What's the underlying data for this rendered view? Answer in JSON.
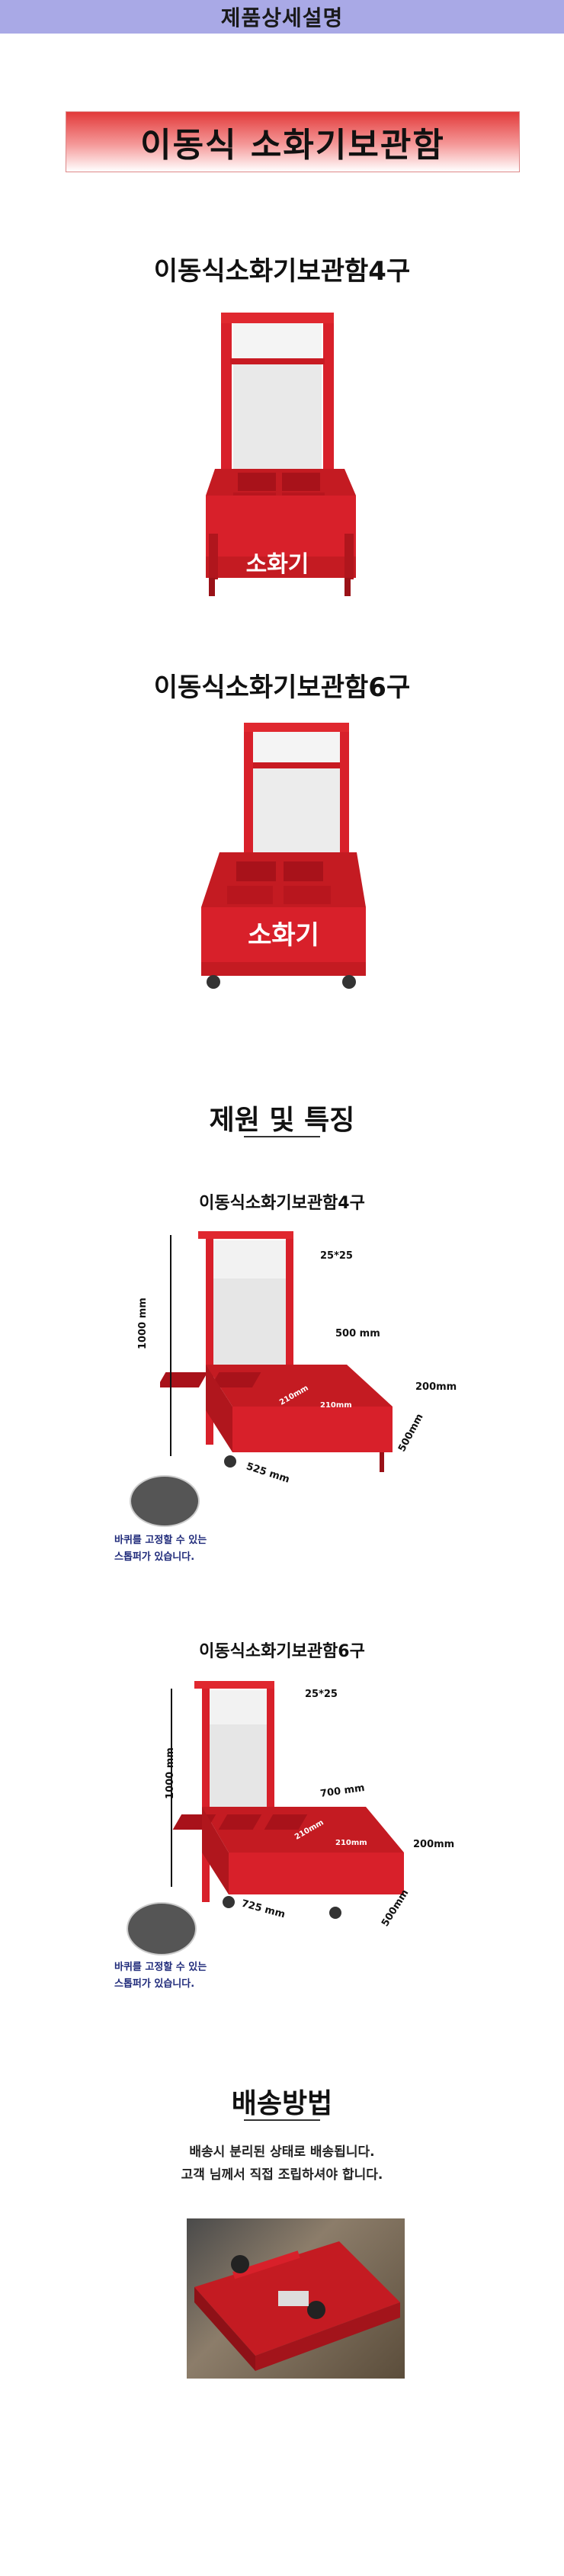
{
  "banner": {
    "title": "제품상세설명"
  },
  "product": {
    "title": "이동식 소화기보관함"
  },
  "variants": [
    {
      "title": "이동식소화기보관함4구",
      "label": "소화기"
    },
    {
      "title": "이동식소화기보관함6구",
      "label": "소화기"
    }
  ],
  "specs": {
    "heading": "제원 및 특징",
    "items": [
      {
        "title": "이동식소화기보관함4구",
        "height": "1000 mm",
        "pipe": "25*25",
        "width": "500 mm",
        "depth": "500mm",
        "length": "525 mm",
        "box_height": "200mm",
        "inner_a": "210mm",
        "inner_b": "210mm",
        "note_line1": "바퀴를 고정할 수 있는",
        "note_line2": "스톱퍼가 있습니다."
      },
      {
        "title": "이동식소화기보관함6구",
        "height": "1000 mm",
        "pipe": "25*25",
        "width": "700 mm",
        "depth": "500mm",
        "length": "725 mm",
        "box_height": "200mm",
        "inner_a": "210mm",
        "inner_b": "210mm",
        "note_line1": "바퀴를 고정할 수 있는",
        "note_line2": "스톱퍼가 있습니다."
      }
    ]
  },
  "shipping": {
    "heading": "배송방법",
    "line1": "배송시 분리된 상태로 배송됩니다.",
    "line2": "고객 님께서 직접 조립하셔야 합니다."
  },
  "colors": {
    "banner": "#a9a9e6",
    "product_red": "#d8202a",
    "title_gradient_top": "#e23a3a"
  }
}
